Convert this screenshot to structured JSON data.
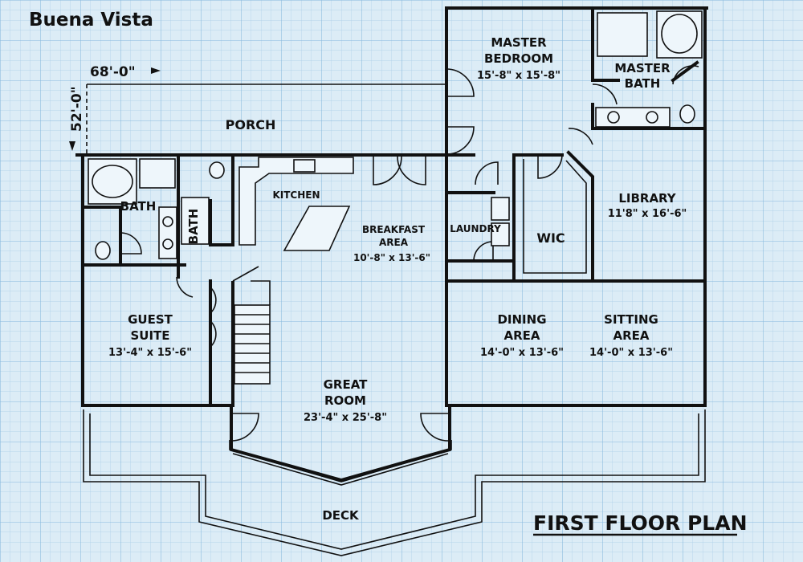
{
  "title": "Buena Vista",
  "plan_title": "FIRST FLOOR PLAN",
  "dimensions": {
    "width": "68'-0\"",
    "depth": "52'-0\""
  },
  "rooms": {
    "master_bedroom": {
      "name1": "MASTER",
      "name2": "BEDROOM",
      "size": "15'-8\" x 15'-8\""
    },
    "master_bath": {
      "name1": "MASTER",
      "name2": "BATH"
    },
    "porch": {
      "name": "PORCH"
    },
    "kitchen": {
      "name": "KITCHEN"
    },
    "bath_left": {
      "name": "BATH"
    },
    "bath_vertical": {
      "name": "BATH"
    },
    "breakfast": {
      "name1": "BREAKFAST",
      "name2": "AREA",
      "size": "10'-8\" x 13'-6\""
    },
    "laundry": {
      "name": "LAUNDRY"
    },
    "wic": {
      "name": "WIC"
    },
    "library": {
      "name": "LIBRARY",
      "size": "11'8\" x 16'-6\""
    },
    "guest_suite": {
      "name1": "GUEST",
      "name2": "SUITE",
      "size": "13'-4\" x 15'-6\""
    },
    "dining": {
      "name1": "DINING",
      "name2": "AREA",
      "size": "14'-0\" x 13'-6\""
    },
    "sitting": {
      "name1": "SITTING",
      "name2": "AREA",
      "size": "14'-0\" x 13'-6\""
    },
    "great_room": {
      "name1": "GREAT",
      "name2": "ROOM",
      "size": "23'-4\" x 25'-8\""
    },
    "deck": {
      "name": "DECK"
    }
  },
  "colors": {
    "paper": "#dcecf6",
    "grid": "#9cc6e4",
    "ink": "#111111"
  }
}
